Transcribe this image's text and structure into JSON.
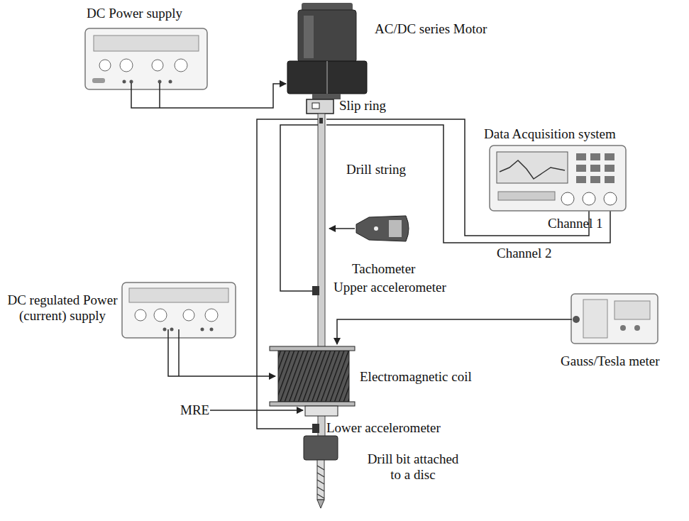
{
  "diagram": {
    "labels": [
      "DC Power supply",
      "AC/DC series Motor",
      "Slip ring",
      "Data Acquisition system",
      "Drill string",
      "Tachometer",
      "Channel 1",
      "Channel 2",
      "Upper accelerometer",
      "DC regulated Power (current) supply",
      "Gauss/Tesla meter",
      "Electromagnetic coil",
      "MRE",
      "Lower accelerometer",
      "Drill bit attached to a disc"
    ]
  }
}
